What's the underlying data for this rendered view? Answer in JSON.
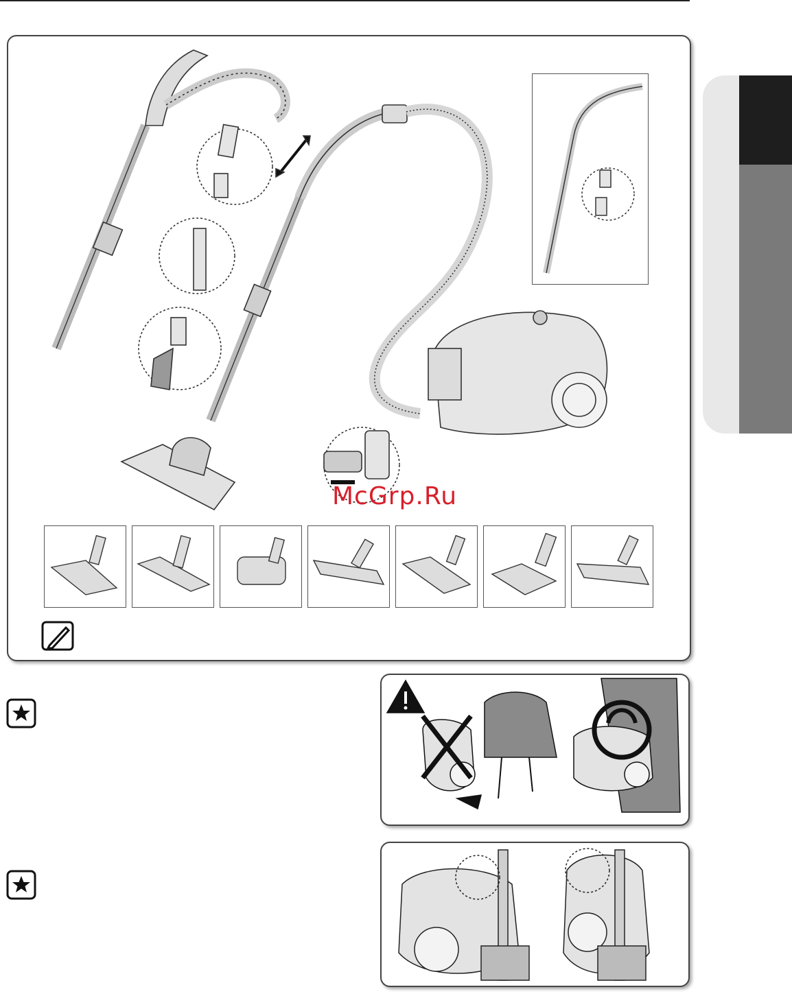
{
  "watermark": "McGrp.Ru",
  "icons": {
    "note": "note-pencil-icon",
    "tip": "star-tip-icon",
    "warning": "warning-triangle-icon"
  },
  "colors": {
    "panel_border": "#444444",
    "watermark": "#d81f2b",
    "tab_dark": "#1e1e1e",
    "tab_mid": "#7a7a7a",
    "tab_light": "#e8e8e8"
  },
  "brush_thumbnails": [
    {
      "name": "brush-1"
    },
    {
      "name": "brush-2"
    },
    {
      "name": "brush-3"
    },
    {
      "name": "brush-4"
    },
    {
      "name": "brush-5"
    },
    {
      "name": "brush-6"
    },
    {
      "name": "brush-7"
    }
  ]
}
